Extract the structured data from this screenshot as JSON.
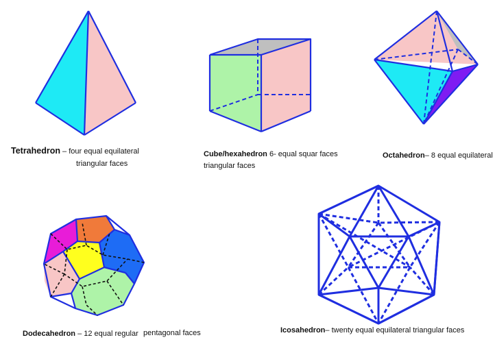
{
  "colors": {
    "edge": "#1f2ee0",
    "cyan": "#1eeaf5",
    "pink": "#f8c6c6",
    "gray": "#bfbfbf",
    "green": "#aef3a8",
    "violet": "#7f1cf2",
    "magenta": "#e81cd8",
    "orange": "#f07a3a",
    "yellow": "#ffff1e",
    "blue": "#1e6cf5"
  },
  "captions": {
    "tetrahedron": {
      "name": "Tetrahedron",
      "desc": " – four equal equilateral",
      "desc2": "triangular faces"
    },
    "cube": {
      "name": "Cube/hexahedron",
      "desc": "  6- equal squar faces",
      "desc2": "triangular faces"
    },
    "octahedron": {
      "name": "Octahedron",
      "desc": "– 8  equal equilateral"
    },
    "dodecahedron": {
      "name": "Dodecahedron",
      "desc": " – 12 equal regular",
      "desc2": "pentagonal faces"
    },
    "icosahedron": {
      "name": "Icosahedron",
      "desc": "– twenty equal equilateral  triangular faces"
    }
  }
}
